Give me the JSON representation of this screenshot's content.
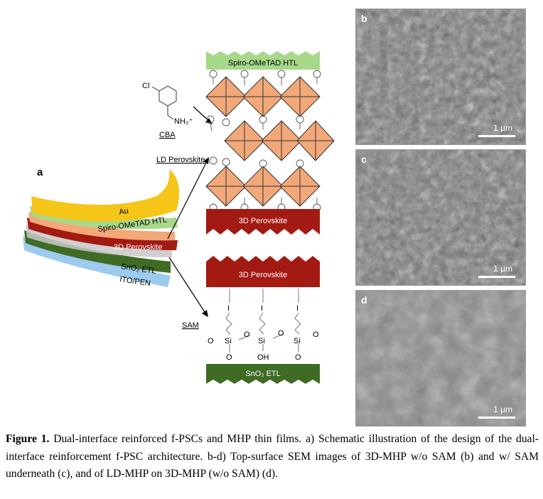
{
  "panel_a": {
    "letter": "a",
    "layers": {
      "au": "Au",
      "spiro": "Spiro-OMeTAD HTL",
      "perovskite": "3D Perovskite",
      "sno2": "SnO₂ ETL",
      "ito": "ITO/PEN"
    }
  },
  "schematic": {
    "spiro_htl": "Spiro-OMeTAD HTL",
    "cl_atom": "Cl",
    "nh3_group": "NH₃⁺",
    "cba": "CBA",
    "ld_perovskite": "LD Perovskite",
    "perovskite_top": "3D Perovskite",
    "perovskite_bottom": "3D Perovskite",
    "sam": "SAM",
    "iodine": "I",
    "o_atom": "O",
    "si_atom": "Si",
    "oh_group": "OH",
    "sno2_etl": "SnO₂ ETL"
  },
  "sem": [
    {
      "letter": "b",
      "scale": "1 µm"
    },
    {
      "letter": "c",
      "scale": "1 µm"
    },
    {
      "letter": "d",
      "scale": "1 µm"
    }
  ],
  "caption": {
    "label": "Figure 1.",
    "text": " Dual-interface reinforced f-PSCs and MHP thin films. a) Schematic illustration of the design of the dual-interface reinforcement f-PSC architecture. b-d) Top-surface SEM images of 3D-MHP w/o SAM (b) and w/ SAM underneath (c), and of LD-MHP on 3D-MHP (w/o SAM) (d)."
  },
  "colors": {
    "au": "#f5c518",
    "spiro": "#a8d88a",
    "perovskite": "#a31a12",
    "octahedron": "#f2a878",
    "sno2": "#3f6b24",
    "ito": "#9ccbee",
    "sem_gray": "#7a7a7a"
  }
}
